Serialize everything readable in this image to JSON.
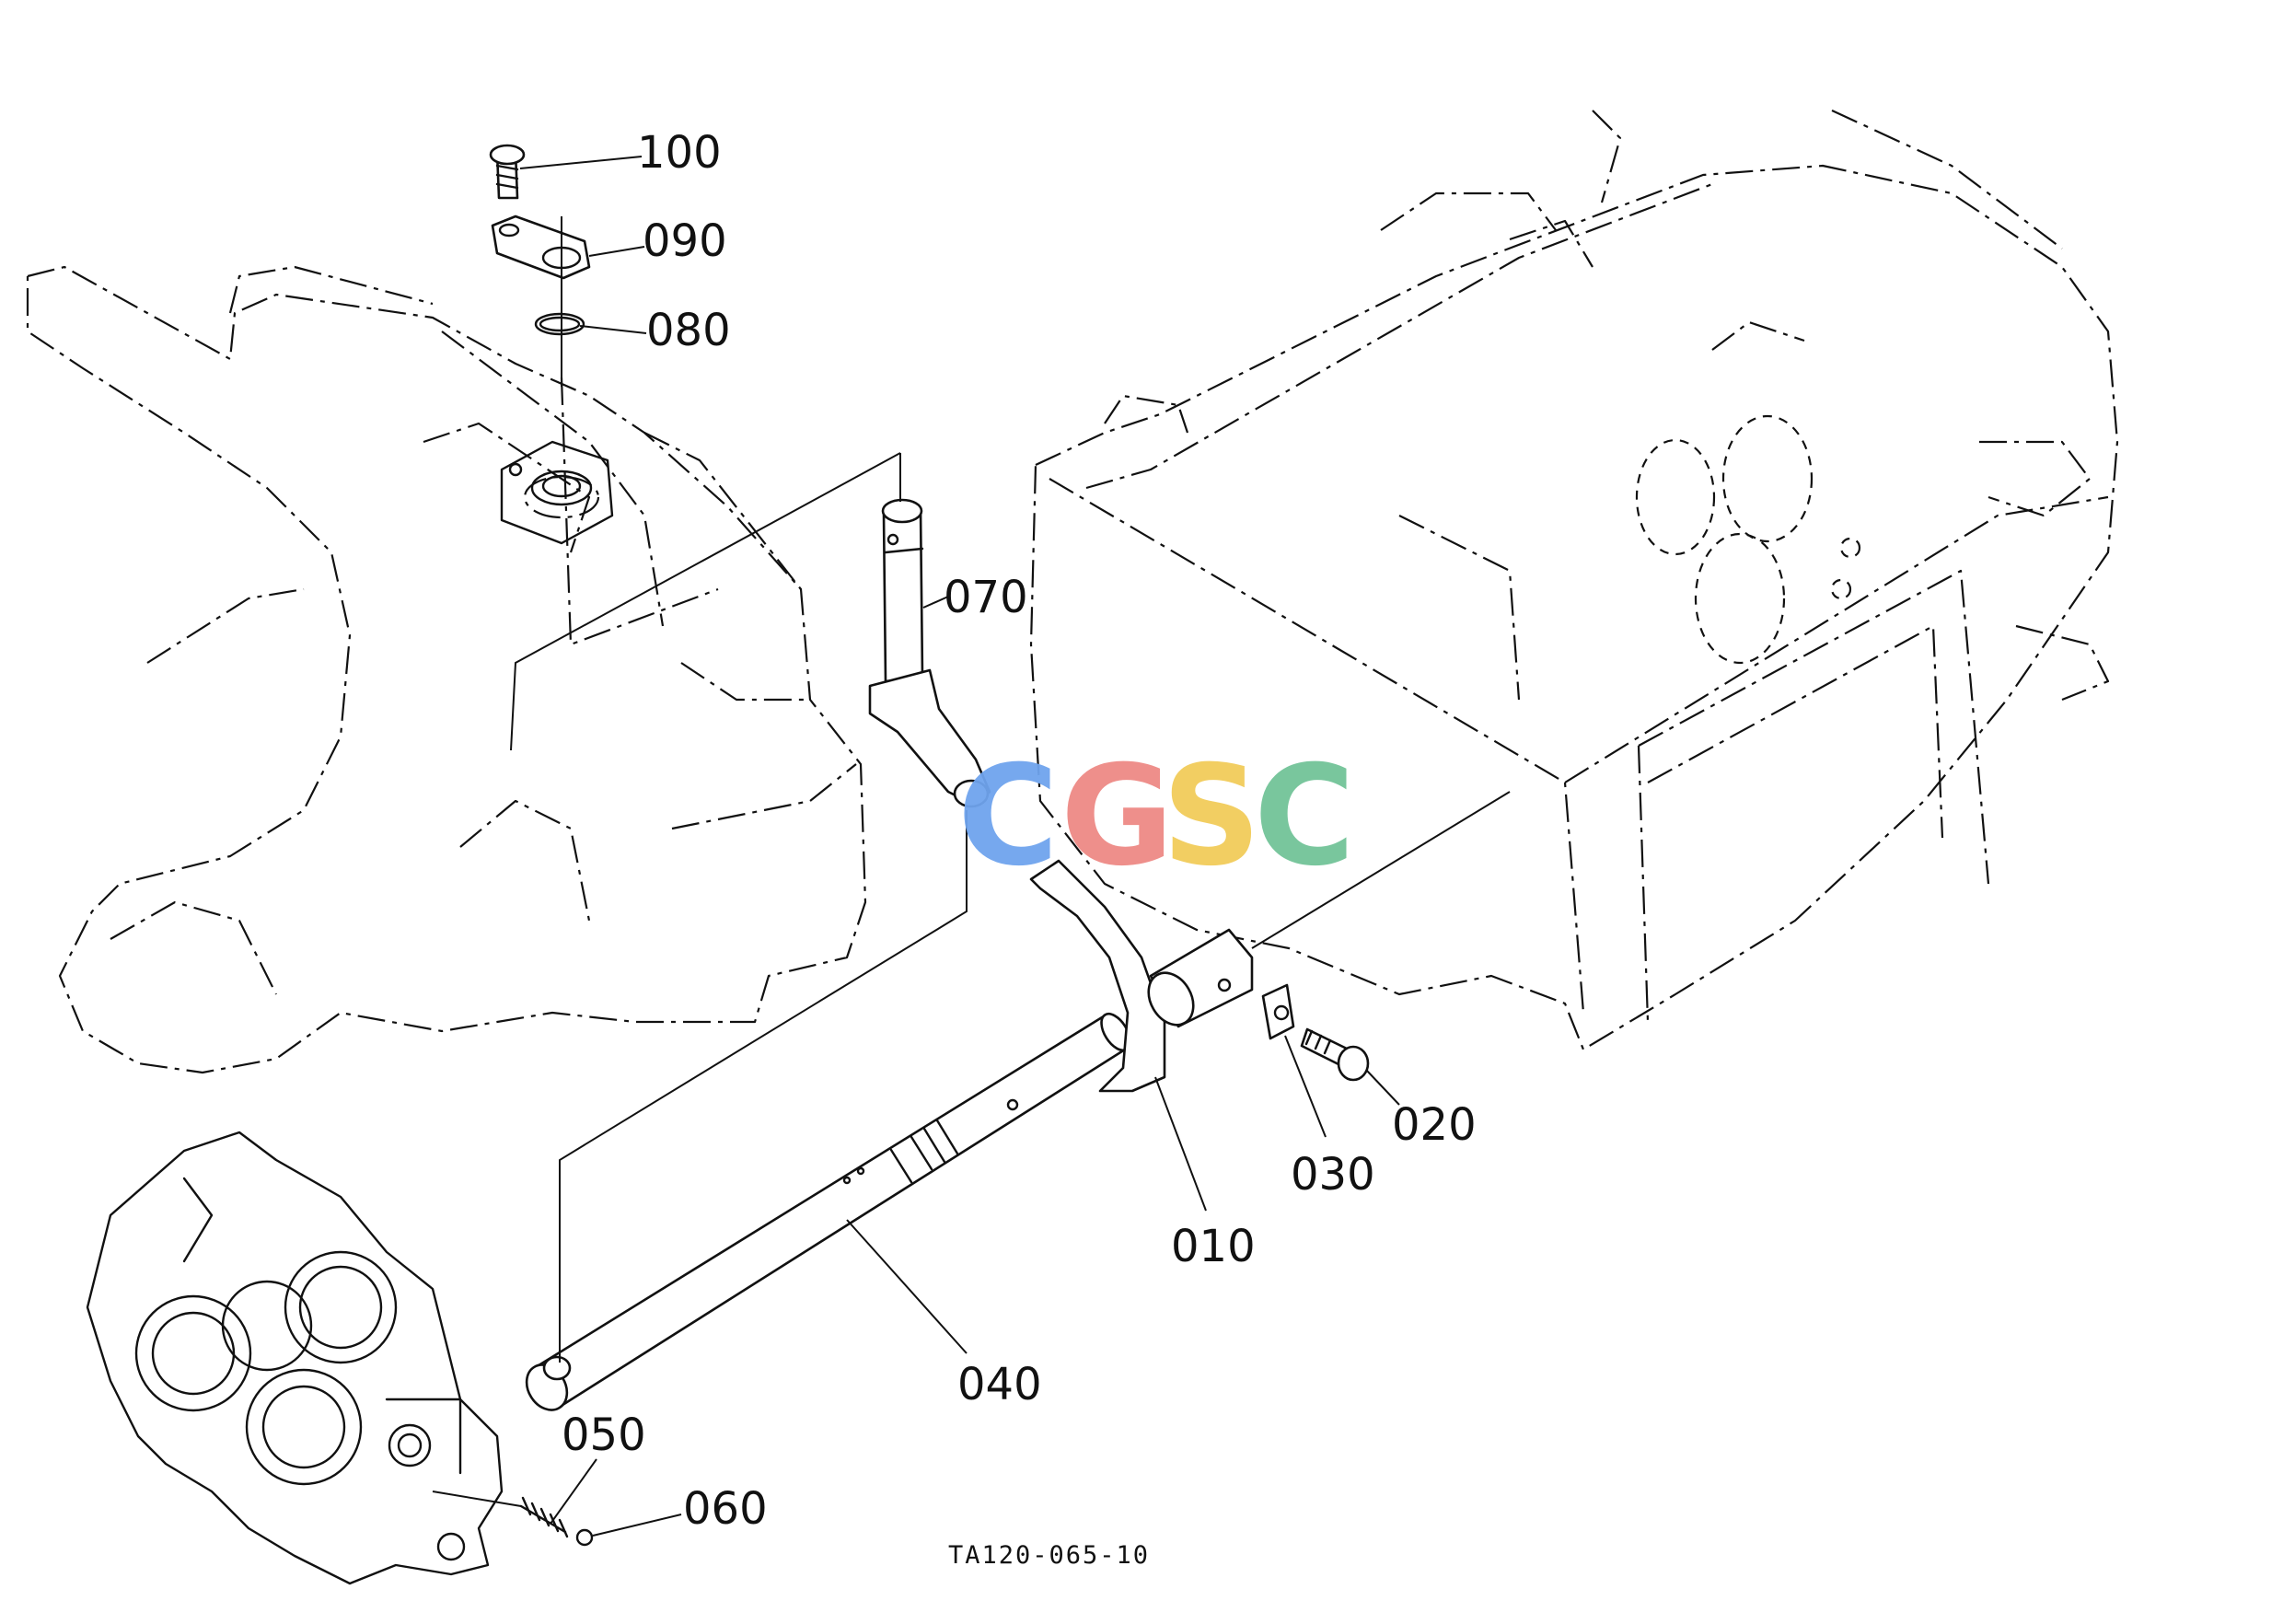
{
  "diagram": {
    "drawing_code": "TA120-065-10",
    "watermark": {
      "letters": [
        "C",
        "G",
        "S",
        "C"
      ],
      "colors": [
        "#6fa4ee",
        "#ee8a85",
        "#f2cc5a",
        "#72c398"
      ]
    },
    "parts": [
      {
        "id": "010",
        "label": "010"
      },
      {
        "id": "020",
        "label": "020"
      },
      {
        "id": "030",
        "label": "030"
      },
      {
        "id": "040",
        "label": "040"
      },
      {
        "id": "050",
        "label": "050"
      },
      {
        "id": "060",
        "label": "060"
      },
      {
        "id": "070",
        "label": "070"
      },
      {
        "id": "080",
        "label": "080"
      },
      {
        "id": "090",
        "label": "090"
      },
      {
        "id": "100",
        "label": "100"
      }
    ]
  }
}
